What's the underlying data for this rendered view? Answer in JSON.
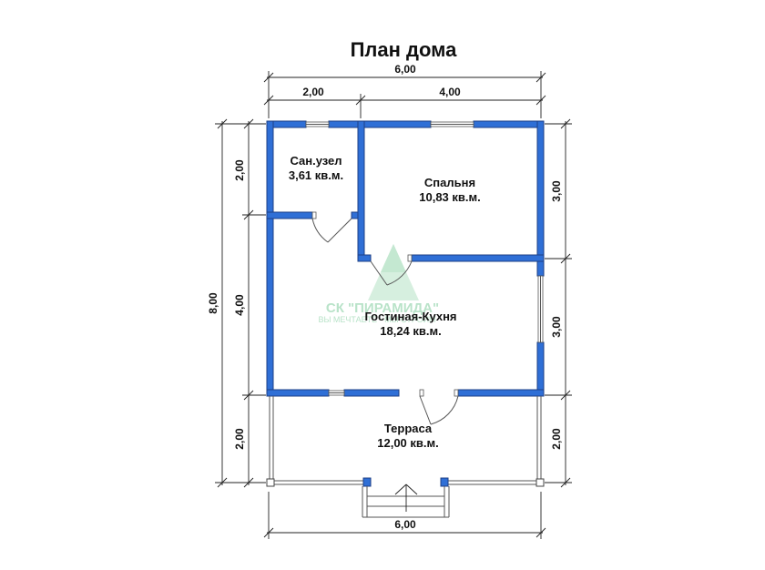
{
  "title": "План дома",
  "dimensions": {
    "top_total": "6,00",
    "top_left": "2,00",
    "top_right": "4,00",
    "left_total": "8,00",
    "left_top": "2,00",
    "left_mid": "4,00",
    "left_bottom": "2,00",
    "right_top": "3,00",
    "right_mid": "3,00",
    "right_bottom": "2,00",
    "bottom_total": "6,00"
  },
  "rooms": {
    "bathroom": {
      "name": "Сан.узел",
      "area": "3,61 кв.м."
    },
    "bedroom": {
      "name": "Спальня",
      "area": "10,83 кв.м."
    },
    "living": {
      "name": "Гостиная-Кухня",
      "area": "18,24 кв.м."
    },
    "terrace": {
      "name": "Терраса",
      "area": "12,00 кв.м."
    }
  },
  "watermark": {
    "brand": "СК \"ПИРАМИДА\"",
    "tagline": "ВЫ МЕЧТАЕТЕ - МЫ СТРОИМ"
  },
  "colors": {
    "wall": "#2f6fd6",
    "watermark": "#b9e3c9"
  }
}
